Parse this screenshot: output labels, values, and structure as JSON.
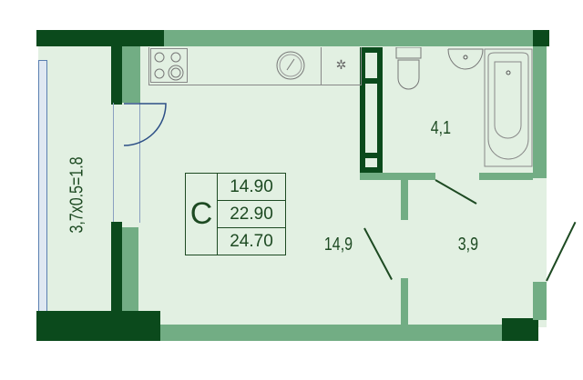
{
  "plan": {
    "balcony_label": "3,7x0.5=1.8",
    "rooms": {
      "main": "14,9",
      "hall": "3,9",
      "bath": "4,1"
    },
    "summary": {
      "type": "C",
      "living": "14.90",
      "total": "22.90",
      "total_with_balcony": "24.70"
    }
  },
  "colors": {
    "floor": "#e2f0e2",
    "wall_dark": "#0b4a1c",
    "wall_medium": "#72ad84",
    "text": "#1d4a22"
  }
}
